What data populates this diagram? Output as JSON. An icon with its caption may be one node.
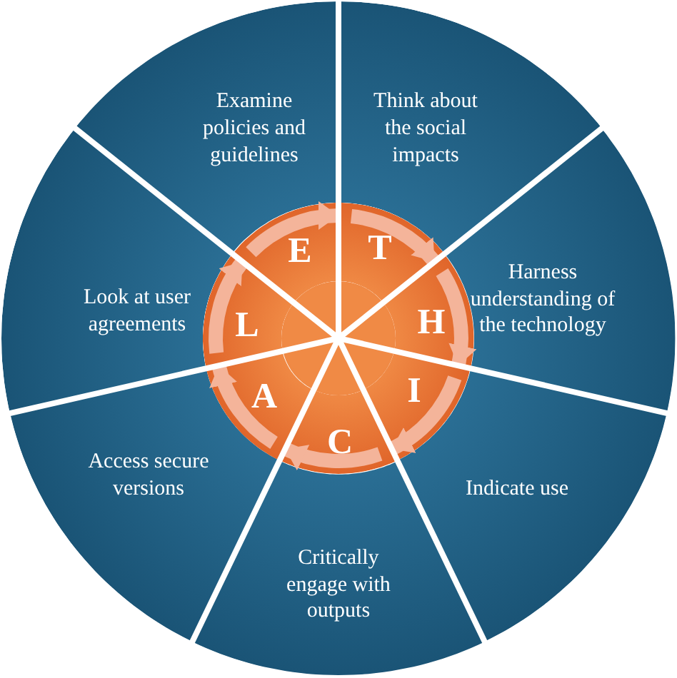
{
  "diagram": {
    "nodes": [
      {
        "text": [
          "Examine policies and guidelines"
        ]
      },
      {
        "text": [
          "Think about the social impacts"
        ]
      },
      {
        "text": [
          "Harness understanding of the technology"
        ]
      },
      {
        "text": [
          "Indicate use"
        ]
      },
      {
        "text": [
          "Critically engage with outputs"
        ]
      },
      {
        "text": [
          "Access secure versions"
        ]
      },
      {
        "text": [
          "Look at user agreements"
        ]
      },
      {
        "text": [
          "E"
        ]
      },
      {
        "text": [
          "T"
        ]
      },
      {
        "text": [
          "H"
        ]
      },
      {
        "text": [
          "I"
        ]
      },
      {
        "text": [
          "C"
        ]
      },
      {
        "text": [
          "A"
        ]
      },
      {
        "text": [
          "L"
        ]
      }
    ],
    "edges": [
      {
        "from": 7,
        "to": 8,
        "arrow": "to"
      },
      {
        "from": 8,
        "to": 9,
        "arrow": "to"
      },
      {
        "from": 9,
        "to": 10,
        "arrow": "to"
      },
      {
        "from": 10,
        "to": 11,
        "arrow": "to"
      },
      {
        "from": 11,
        "to": 12,
        "arrow": "to"
      },
      {
        "from": 12,
        "to": 13,
        "arrow": "to"
      },
      {
        "from": 13,
        "to": 7,
        "arrow": "to"
      }
    ]
  }
}
